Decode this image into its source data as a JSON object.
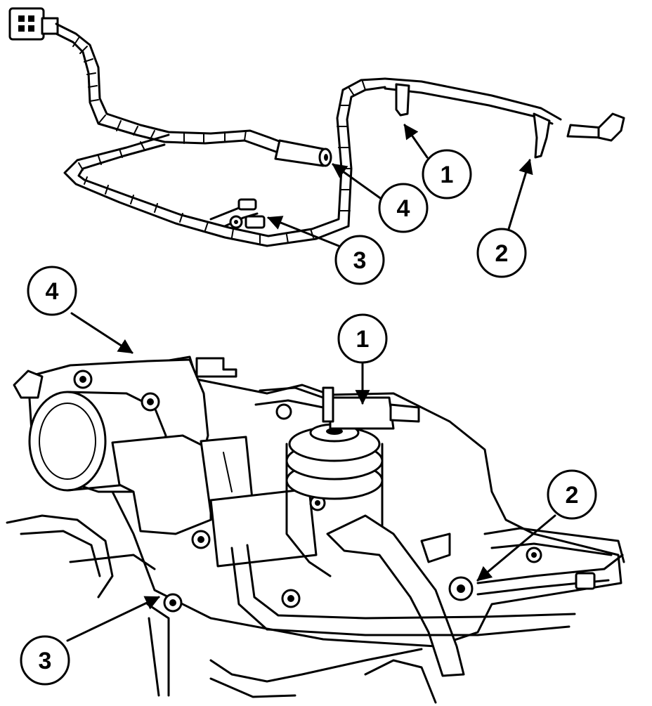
{
  "diagram": {
    "callouts": [
      {
        "id": "top-1",
        "label": "1"
      },
      {
        "id": "top-2",
        "label": "2"
      },
      {
        "id": "top-3",
        "label": "3"
      },
      {
        "id": "top-4",
        "label": "4"
      },
      {
        "id": "bottom-1",
        "label": "1"
      },
      {
        "id": "bottom-2",
        "label": "2"
      },
      {
        "id": "bottom-3",
        "label": "3"
      },
      {
        "id": "bottom-4",
        "label": "4"
      }
    ],
    "colors": {
      "ink": "#000000",
      "paper": "#ffffff"
    }
  }
}
